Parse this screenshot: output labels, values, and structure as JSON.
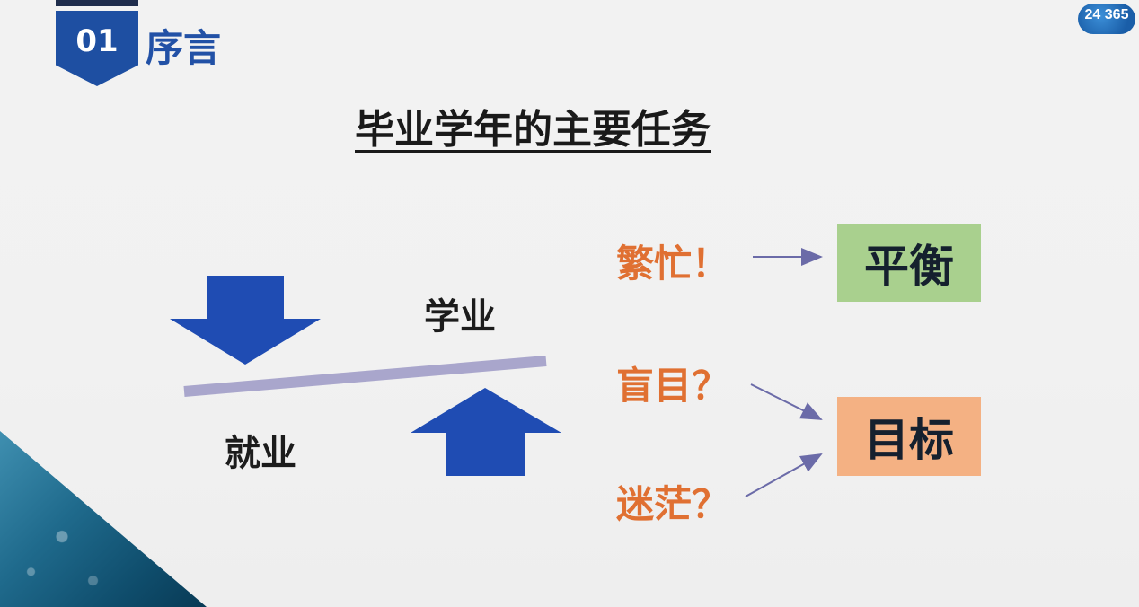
{
  "header": {
    "section_number": "01",
    "section_title": "序言"
  },
  "logo": {
    "text": "24 365",
    "colors": {
      "primary": "#1a5ea8"
    }
  },
  "title": "毕业学年的主要任务",
  "balance": {
    "study_label": "学业",
    "employment_label": "就业"
  },
  "problems": {
    "busy": "繁忙！",
    "blind": "盲目？",
    "confused": "迷茫？"
  },
  "solutions": {
    "balance": "平衡",
    "goal": "目标"
  },
  "colors": {
    "accent_blue": "#1e4fa2",
    "arrow_blue": "#1f4cb3",
    "orange_text": "#e07032",
    "green_box": "#a9d08e",
    "peach_box": "#f4b183",
    "beam": "#a9a6cc"
  }
}
